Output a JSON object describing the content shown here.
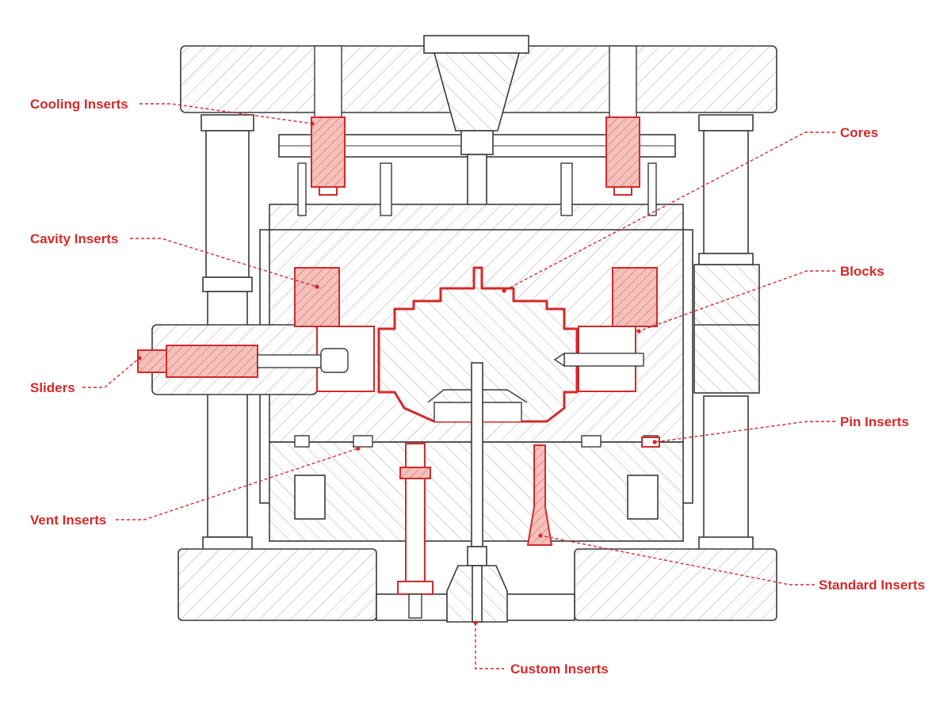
{
  "colors": {
    "line": "#3a3a3a",
    "hatch": "#9a9a9a",
    "accent": "#d32a2a",
    "accent_fill": "#f2b8b2",
    "background": "#ffffff"
  },
  "labels": {
    "cooling_inserts": "Cooling Inserts",
    "cavity_inserts": "Cavity Inserts",
    "sliders": "Sliders",
    "vent_inserts": "Vent Inserts",
    "cores": "Cores",
    "blocks": "Blocks",
    "pin_inserts": "Pin Inserts",
    "standard_inserts": "Standard Inserts",
    "custom_inserts": "Custom Inserts"
  }
}
